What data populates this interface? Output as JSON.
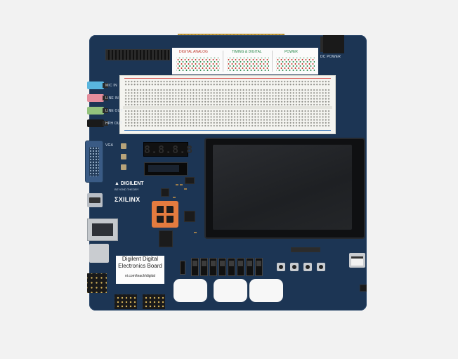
{
  "image": {
    "subject": "Digilent Digital Electronics Board",
    "board_labels": {
      "line1": "Digilent Digital",
      "line2": "Electronics Board",
      "line3": "ni.com/teach/digital"
    },
    "logos": {
      "digilent": "DIGILENT",
      "digilent_tagline": "BEYOND THEORY",
      "xilinx": "XILINX"
    },
    "seven_segment": "8.8.8.8",
    "silkscreen": {
      "panel_titles": [
        "DIGITAL ANALOG",
        "TIMING & DIGITAL",
        "POWER"
      ],
      "audio_jacks": [
        "MIC IN",
        "LINE IN",
        "LINE OUT",
        "HPH OUT"
      ],
      "vga": "VGA",
      "power": "DC POWER"
    },
    "colors": {
      "board": "#1c3554",
      "background": "#f2f2f2",
      "fpga_socket": "#e37b3f",
      "gold_contacts": "#d9b14f"
    }
  }
}
